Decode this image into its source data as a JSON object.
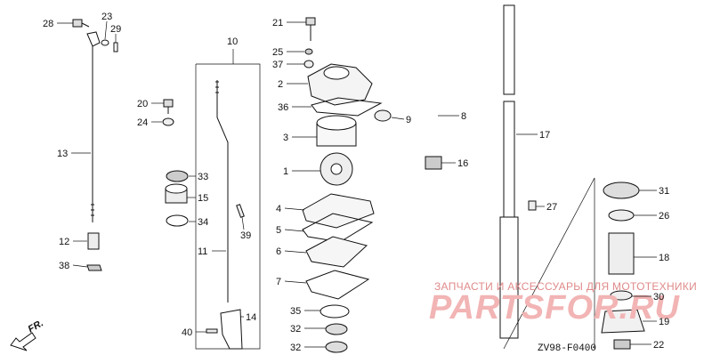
{
  "diagram": {
    "code": "ZV98-F0400",
    "direction_label": "FR.",
    "watermark_text": "ЗАПЧАСТИ И АКСЕССУАРЫ ДЛЯ МОТОТЕХНИКИ",
    "watermark_logo": "PARTSFOR.RU",
    "callouts": [
      {
        "id": "c28",
        "label": "28"
      },
      {
        "id": "c23",
        "label": "23"
      },
      {
        "id": "c29",
        "label": "29"
      },
      {
        "id": "c13",
        "label": "13"
      },
      {
        "id": "c12",
        "label": "12"
      },
      {
        "id": "c38",
        "label": "38"
      },
      {
        "id": "c10",
        "label": "10"
      },
      {
        "id": "c20",
        "label": "20"
      },
      {
        "id": "c24",
        "label": "24"
      },
      {
        "id": "c33",
        "label": "33"
      },
      {
        "id": "c15",
        "label": "15"
      },
      {
        "id": "c34",
        "label": "34"
      },
      {
        "id": "c39",
        "label": "39"
      },
      {
        "id": "c11",
        "label": "11"
      },
      {
        "id": "c14",
        "label": "14"
      },
      {
        "id": "c40",
        "label": "40"
      },
      {
        "id": "c21",
        "label": "21"
      },
      {
        "id": "c25",
        "label": "25"
      },
      {
        "id": "c37",
        "label": "37"
      },
      {
        "id": "c2",
        "label": "2"
      },
      {
        "id": "c36",
        "label": "36"
      },
      {
        "id": "c9",
        "label": "9"
      },
      {
        "id": "c3",
        "label": "3"
      },
      {
        "id": "c1",
        "label": "1"
      },
      {
        "id": "c4",
        "label": "4"
      },
      {
        "id": "c5",
        "label": "5"
      },
      {
        "id": "c6",
        "label": "6"
      },
      {
        "id": "c7",
        "label": "7"
      },
      {
        "id": "c35",
        "label": "35"
      },
      {
        "id": "c32a",
        "label": "32"
      },
      {
        "id": "c32b",
        "label": "32"
      },
      {
        "id": "c8",
        "label": "8"
      },
      {
        "id": "c16",
        "label": "16"
      },
      {
        "id": "c17",
        "label": "17"
      },
      {
        "id": "c27",
        "label": "27"
      },
      {
        "id": "c31",
        "label": "31"
      },
      {
        "id": "c26",
        "label": "26"
      },
      {
        "id": "c18",
        "label": "18"
      },
      {
        "id": "c30",
        "label": "30"
      },
      {
        "id": "c19",
        "label": "19"
      },
      {
        "id": "c22",
        "label": "22"
      }
    ]
  }
}
